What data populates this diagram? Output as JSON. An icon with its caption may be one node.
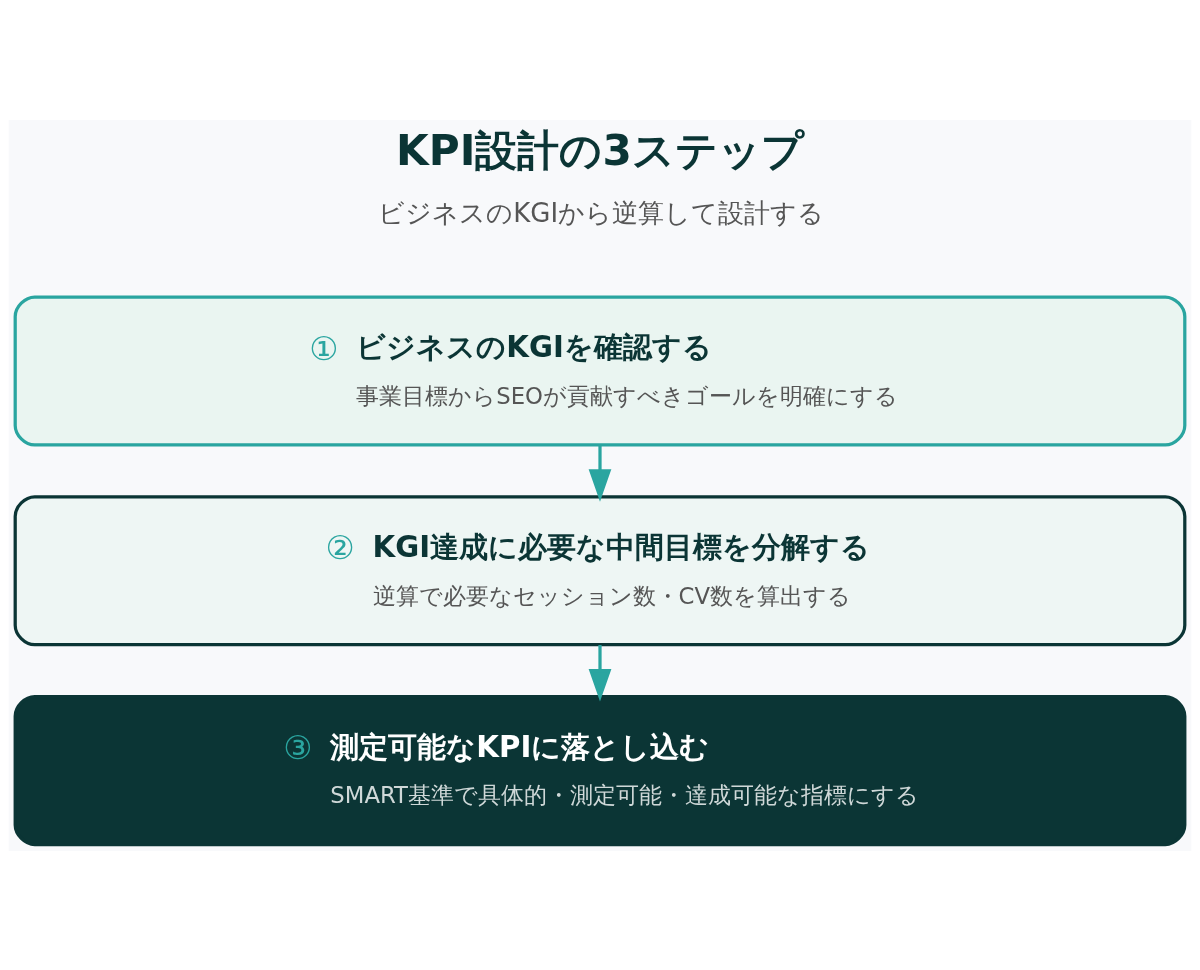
{
  "diagram": {
    "title": "KPI設計の3ステップ",
    "nodes": [
      {
        "text": [
          "①",
          "ビジネスのKGIを確認する",
          "事業目標からSEOが貢献すべきゴールを明確にする"
        ]
      },
      {
        "text": [
          "②",
          "KGI達成に必要な中間目標を分解する",
          "逆算で必要なセッション数・CV数を算出する"
        ]
      },
      {
        "text": [
          "③",
          "測定可能なKPIに落とし込む",
          "SMART基準で具体的・測定可能・達成可能な指標にする"
        ]
      }
    ],
    "edges": [
      {
        "from": 0,
        "to": 1,
        "arrow": "to"
      },
      {
        "from": 1,
        "to": 2,
        "arrow": "to"
      }
    ],
    "labels": [
      "ビジネスのKGIから逆算して設計する"
    ]
  }
}
